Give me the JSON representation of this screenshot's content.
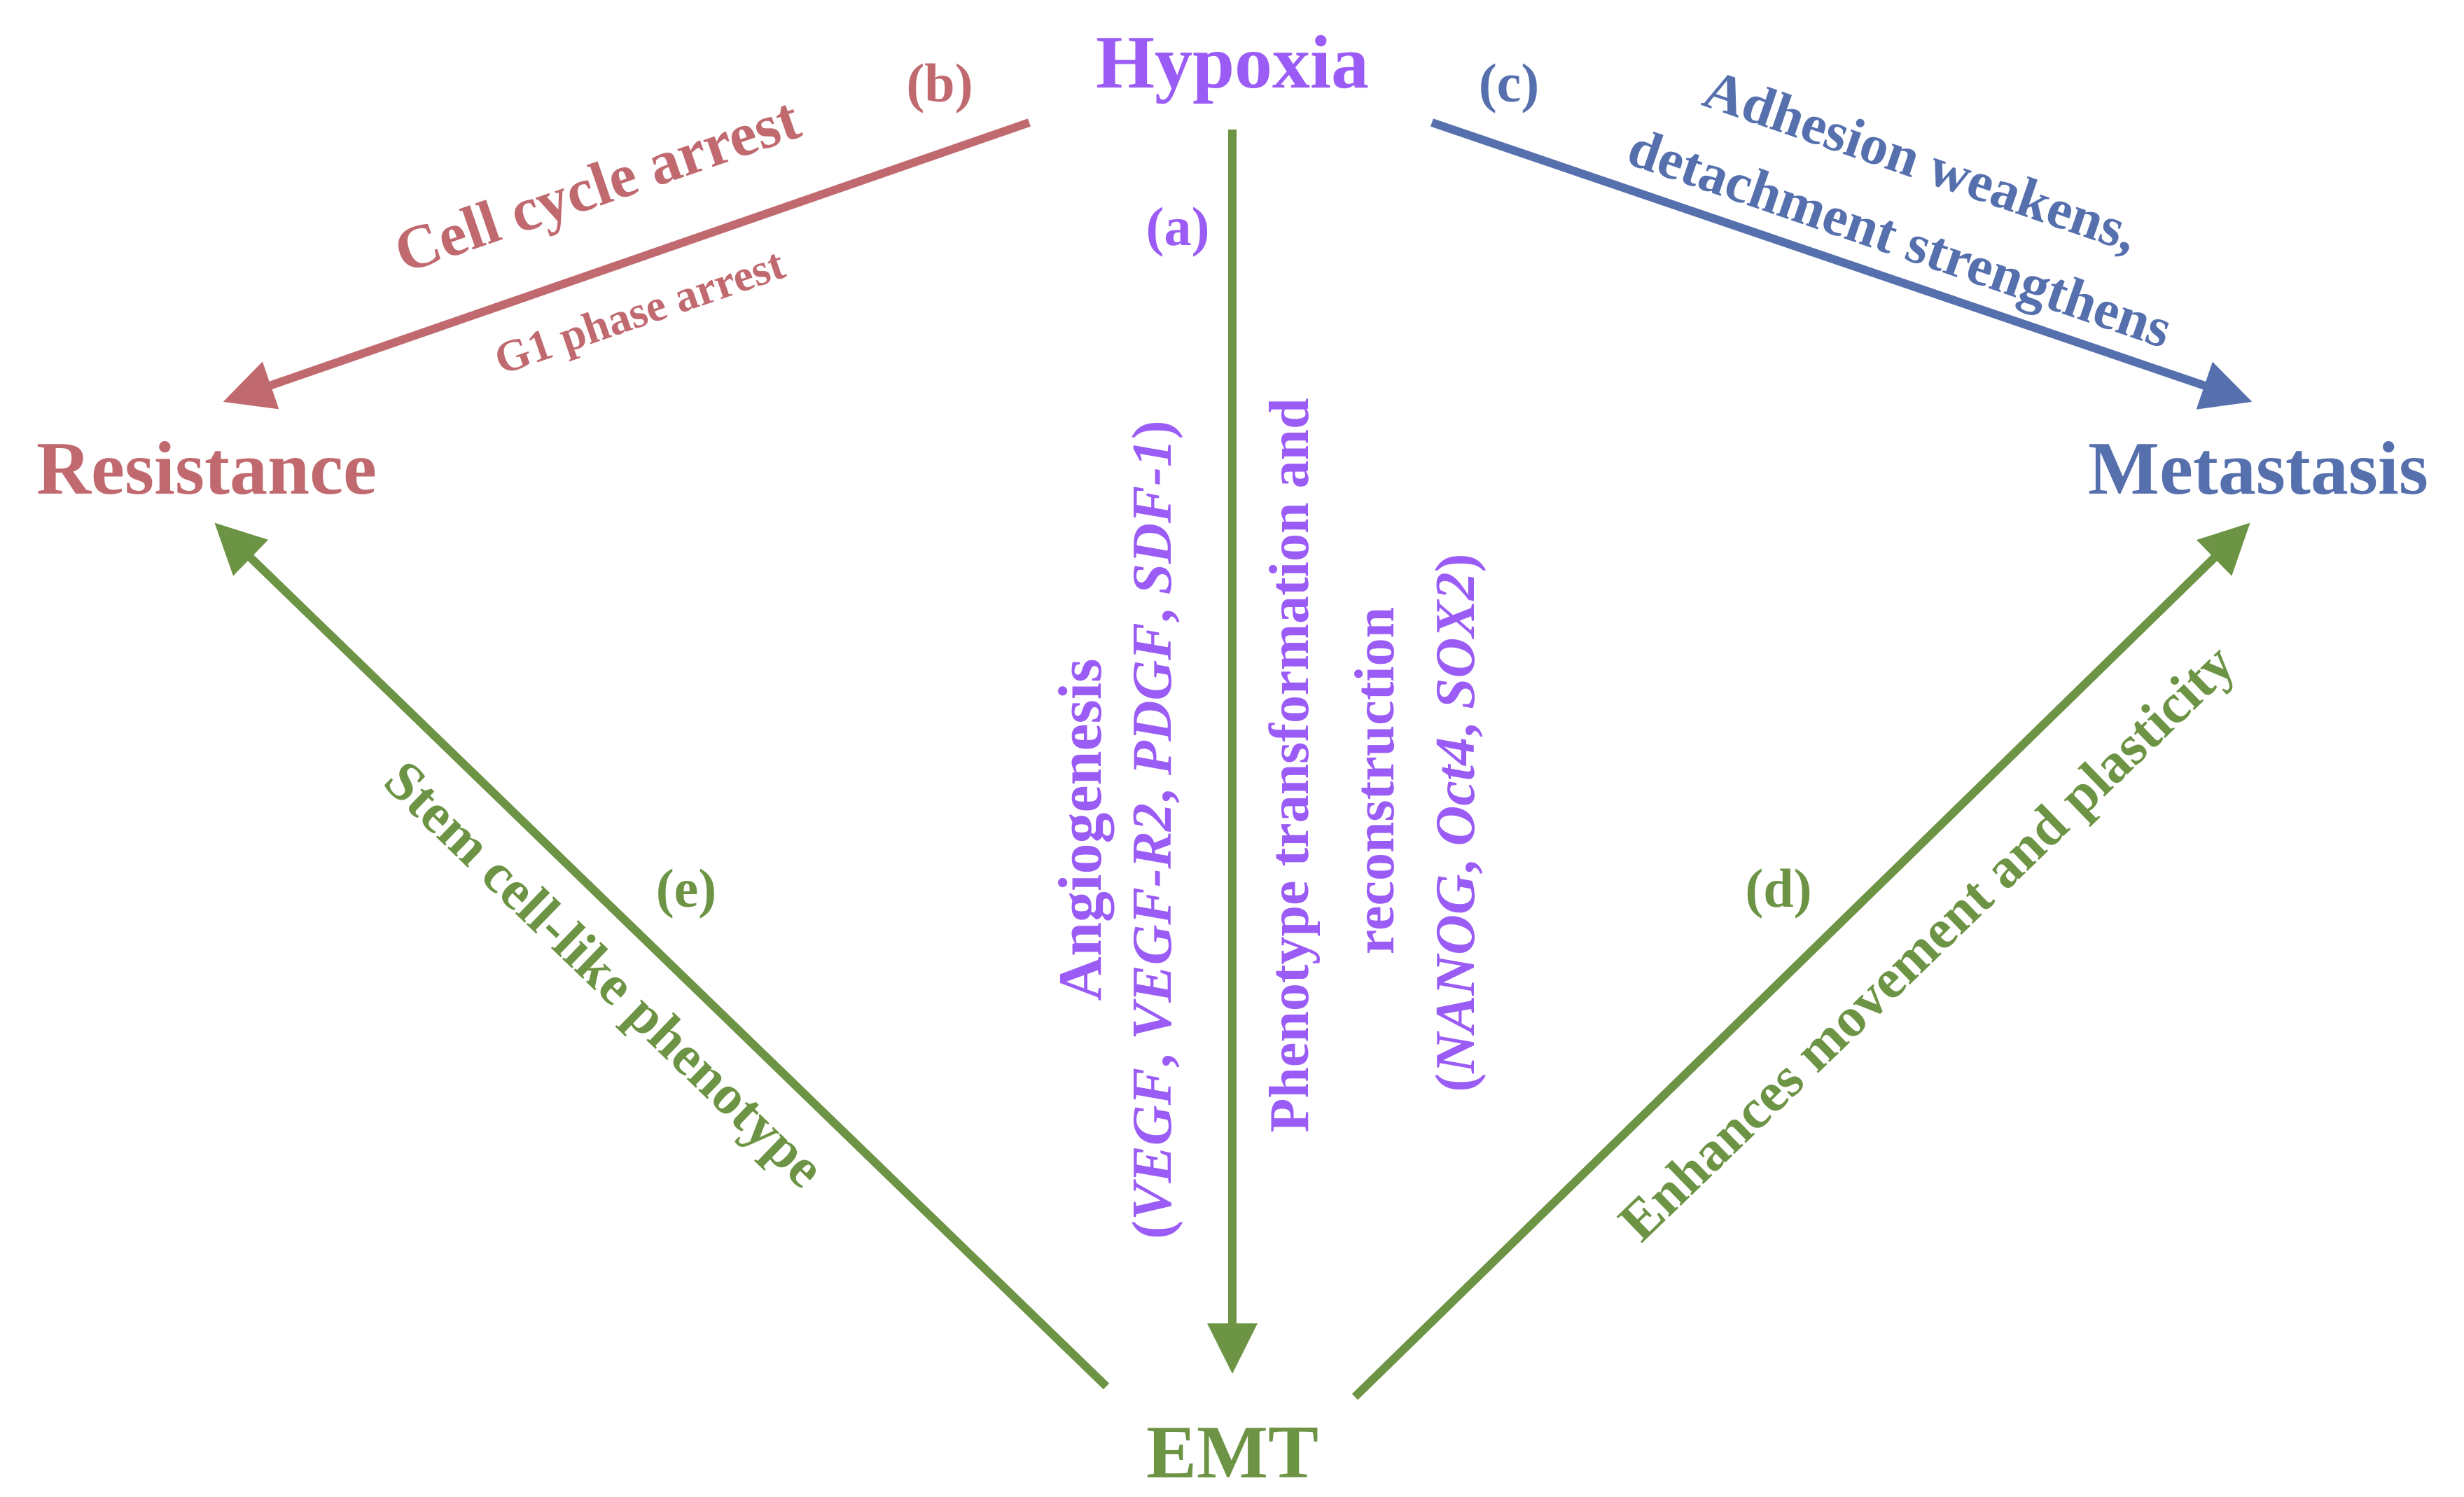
{
  "colors": {
    "hypoxia": "#9b5cf6",
    "resistance": "#c06a70",
    "metastasis": "#5670ae",
    "emt": "#6d9445"
  },
  "nodes": {
    "hypoxia": "Hypoxia",
    "resistance": "Resistance",
    "metastasis": "Metastasis",
    "emt": "EMT"
  },
  "tags": {
    "a": "(a)",
    "b": "(b)",
    "c": "(c)",
    "d": "(d)",
    "e": "(e)"
  },
  "edges": {
    "a": {
      "angiogenesis": "Angiogenesis",
      "angiogenesis_genes_open": "(",
      "angiogenesis_genes": [
        "VEGF",
        "VEGF-R2",
        "PDGF",
        "SDF-1"
      ],
      "angiogenesis_genes_sep": ", ",
      "angiogenesis_genes_close": ")",
      "phenotype_line1": "Phenotype transformation and",
      "phenotype_line2": "reconstruction",
      "phenotype_genes_open": "(",
      "phenotype_genes": [
        "NANOG",
        "Oct4",
        "SOX2"
      ],
      "phenotype_genes_sep": ", ",
      "phenotype_genes_close": ")"
    },
    "b": {
      "main": "Cell cycle arrest",
      "sub": "G1 phase arrest"
    },
    "c": {
      "line1": "Adhesion weakens,",
      "line2": "detachment strengthens"
    },
    "d": {
      "label": "Enhances movement and plasticity"
    },
    "e": {
      "label": "Stem cell-like phenotype"
    }
  }
}
